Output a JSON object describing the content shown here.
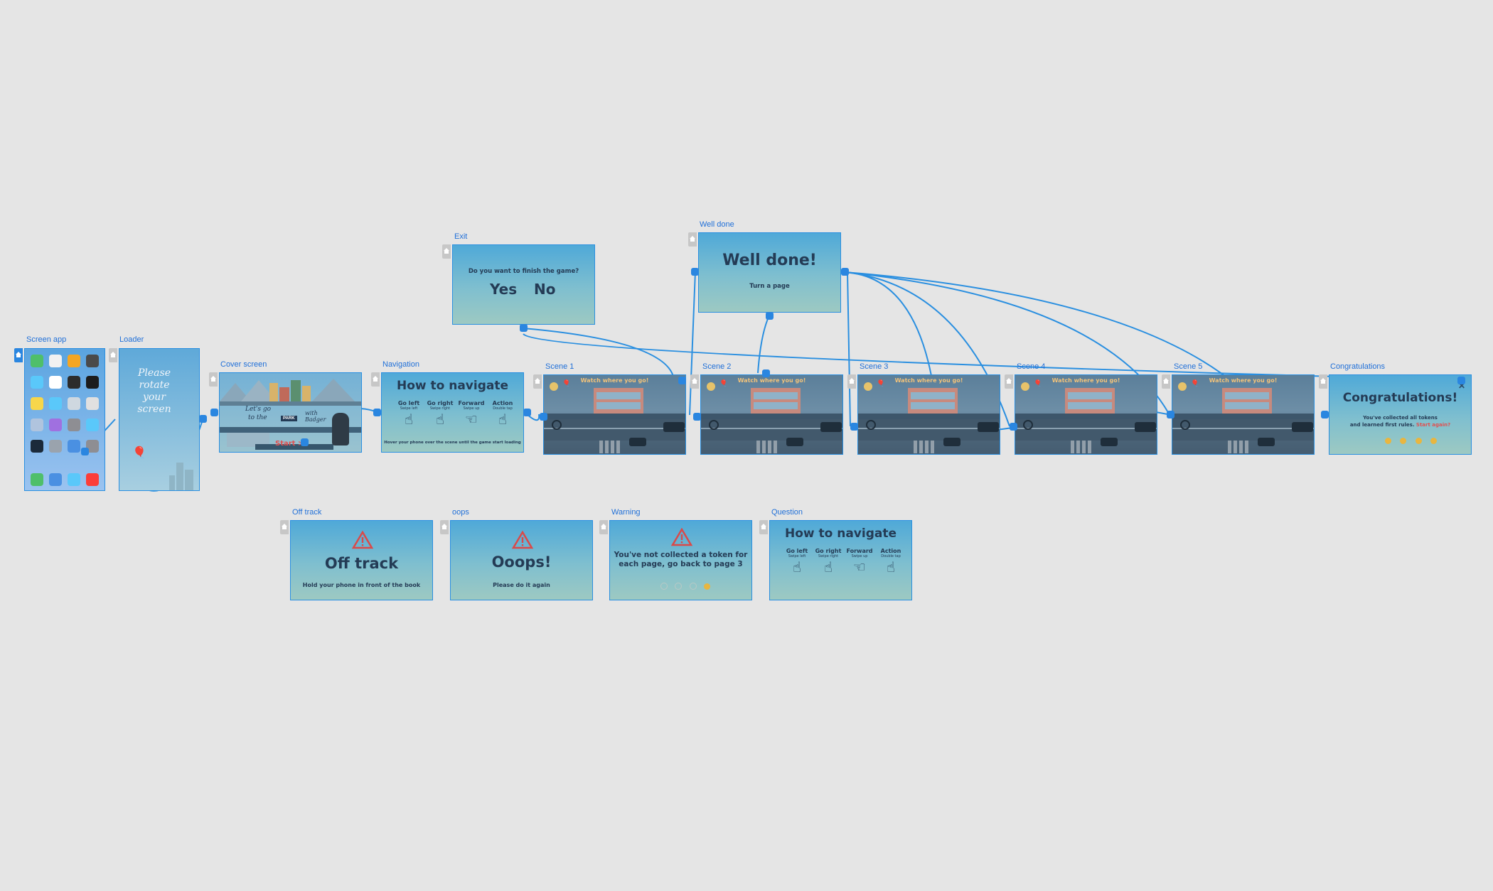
{
  "artboards": {
    "screen_app": {
      "label": "Screen app"
    },
    "loader": {
      "label": "Loader",
      "text": "Please rotate your screen"
    },
    "cover": {
      "label": "Cover screen",
      "line1": "Let's go",
      "line2": "to the",
      "park": "PARK",
      "with": "with Badger",
      "start": "Start >"
    },
    "navigation": {
      "label": "Navigation",
      "title": "How to navigate",
      "cols": [
        {
          "name": "Go left",
          "sub": "Swipe left"
        },
        {
          "name": "Go right",
          "sub": "Swipe right"
        },
        {
          "name": "Forward",
          "sub": "Swipe up"
        },
        {
          "name": "Action",
          "sub": "Double tap"
        }
      ],
      "footer": "Hover your phone over the scene until the game start loading"
    },
    "scene1": {
      "label": "Scene 1",
      "caption": "Watch where you go!"
    },
    "scene2": {
      "label": "Scene 2",
      "caption": "Watch where you go!"
    },
    "scene3": {
      "label": "Scene 3",
      "caption": "Watch where you go!"
    },
    "scene4": {
      "label": "Scene 4",
      "caption": "Watch where you go!"
    },
    "scene5": {
      "label": "Scene 5",
      "caption": "Watch where you go!"
    },
    "congrats": {
      "label": "Congratulations",
      "title": "Congratulations!",
      "line1": "You've collected all tokens",
      "line2": "and learned first rules.",
      "again": "Start again?"
    },
    "exit": {
      "label": "Exit",
      "question": "Do you want to finish the game?",
      "yes": "Yes",
      "no": "No"
    },
    "welldone": {
      "label": "Well done",
      "title": "Well done!",
      "sub": "Turn a page"
    },
    "offtrack": {
      "label": "Off track",
      "title": "Off track",
      "sub": "Hold your phone in front of the book"
    },
    "oops": {
      "label": "oops",
      "title": "Ooops!",
      "sub": "Please do it again"
    },
    "warning": {
      "label": "Warning",
      "line1": "You've not collected a token for",
      "line2": "each page, go back to page 3"
    },
    "question": {
      "label": "Question",
      "title": "How to navigate",
      "cols": [
        {
          "name": "Go left",
          "sub": "Swipe left"
        },
        {
          "name": "Go right",
          "sub": "Swipe right"
        },
        {
          "name": "Forward",
          "sub": "Swipe up"
        },
        {
          "name": "Action",
          "sub": "Double tap"
        }
      ]
    }
  },
  "icons": {
    "home": "home-icon",
    "hand": "hand-gesture-icon",
    "warning": "warning-triangle-icon",
    "close": "close-icon",
    "balloon": "balloon-icon"
  },
  "colors": {
    "link": "#2a8fe0",
    "label": "#1f6fd8",
    "canvas": "#e5e5e5",
    "title_text": "#243b55",
    "accent_red": "#e05050",
    "gold": "#e8b640"
  }
}
